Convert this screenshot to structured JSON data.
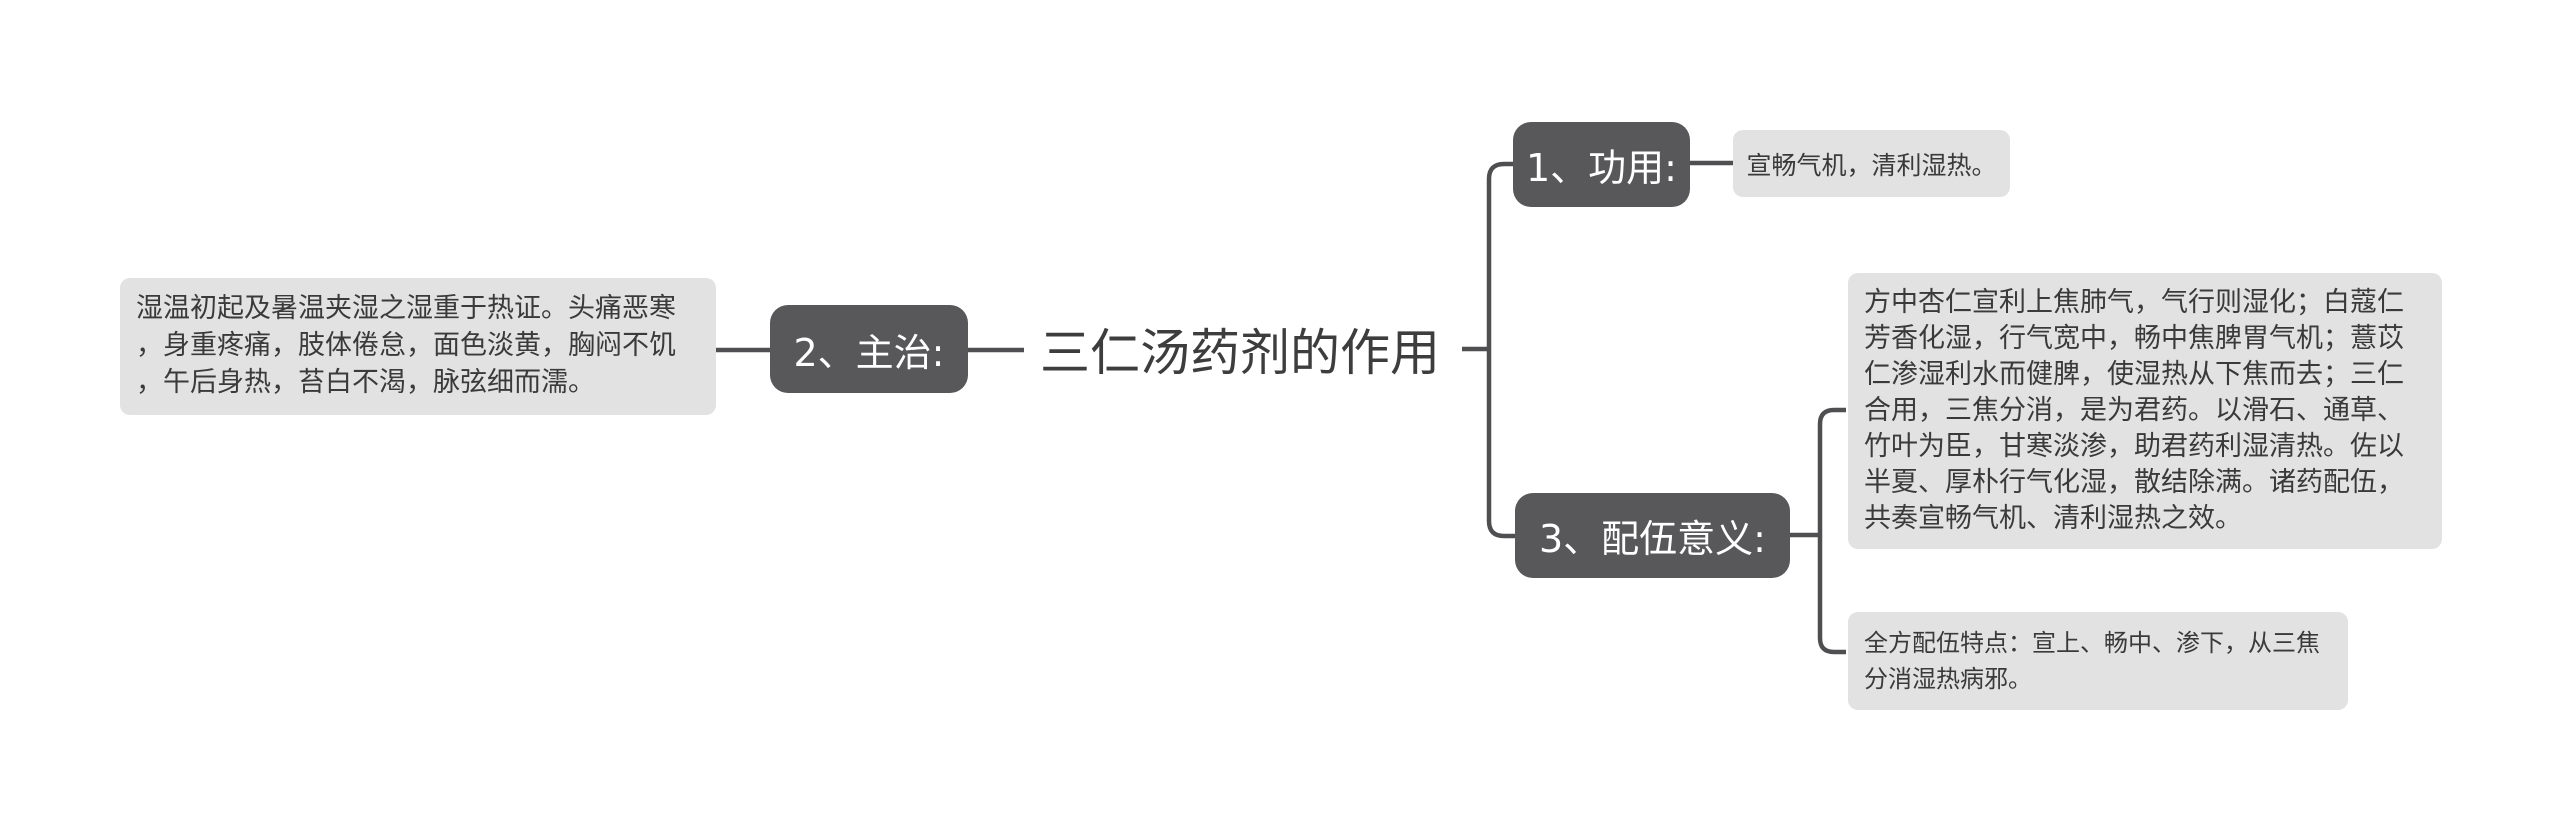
{
  "diagram": {
    "title": "三仁汤药剂的作用",
    "branches": {
      "gongyong": {
        "label": "1、功用:",
        "detail": "宣畅气机，清利湿热。"
      },
      "zhuzhi": {
        "label": "2、主治:",
        "detail": "湿温初起及暑温夹湿之湿重于热证。头痛恶寒，身重疼痛，肢体倦怠，面色淡黄，胸闷不饥，午后身热，苔白不渴，脉弦细而濡。"
      },
      "peiwu": {
        "label": "3、配伍意义:",
        "detail_main": "方中杏仁宣利上焦肺气，气行则湿化；白蔻仁芳香化湿，行气宽中，畅中焦脾胃气机；薏苡仁渗湿利水而健脾，使湿热从下焦而去；三仁合用，三焦分消，是为君药。以滑石、通草、竹叶为臣，甘寒淡渗，助君药利湿清热。佐以半夏、厚朴行气化湿，散结除满。诸药配伍，共奏宣畅气机、清利湿热之效。",
        "detail_summary": "全方配伍特点：宣上、畅中、渗下，从三焦分消湿热病邪。"
      }
    },
    "colors": {
      "node_bg": "#58585a",
      "node_text": "#ffffff",
      "leaf_bg": "#e2e2e2",
      "leaf_text": "#3a3a3a",
      "line": "#4f4f51",
      "title_text": "#3d3d3d",
      "canvas_bg": "#ffffff"
    }
  }
}
